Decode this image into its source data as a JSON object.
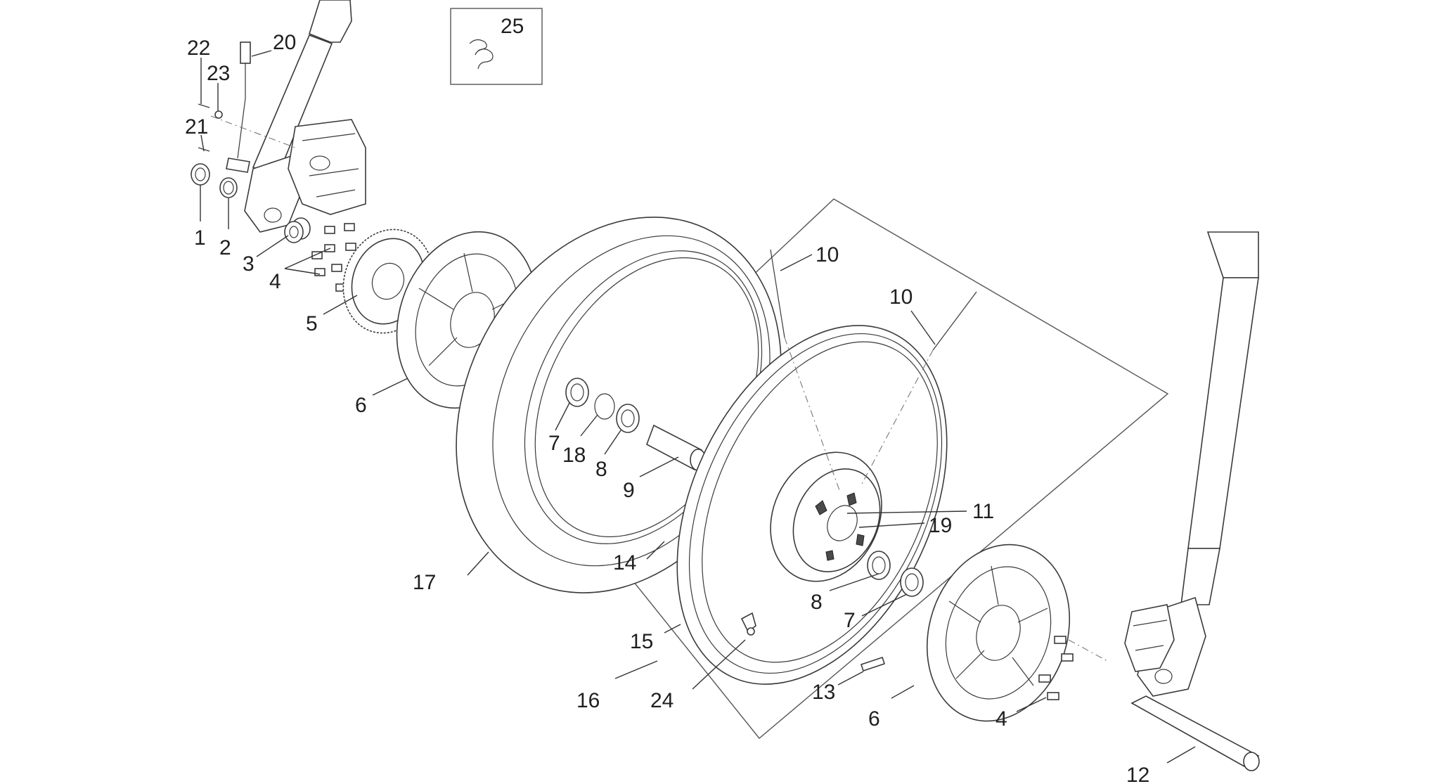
{
  "diagram": {
    "callouts": {
      "c1": "1",
      "c2": "2",
      "c3": "3",
      "c4a": "4",
      "c4b": "4",
      "c5": "5",
      "c6a": "6",
      "c6b": "6",
      "c7a": "7",
      "c7b": "7",
      "c8a": "8",
      "c8b": "8",
      "c9": "9",
      "c10a": "10",
      "c10b": "10",
      "c11": "11",
      "c12": "12",
      "c13": "13",
      "c14": "14",
      "c15": "15",
      "c16": "16",
      "c17": "17",
      "c18": "18",
      "c19": "19",
      "c20": "20",
      "c21": "21",
      "c22": "22",
      "c23": "23",
      "c24": "24",
      "c25": "25"
    },
    "colors": {
      "line": "#3a3a3a",
      "background": "#ffffff",
      "text": "#1f1f1f"
    }
  }
}
